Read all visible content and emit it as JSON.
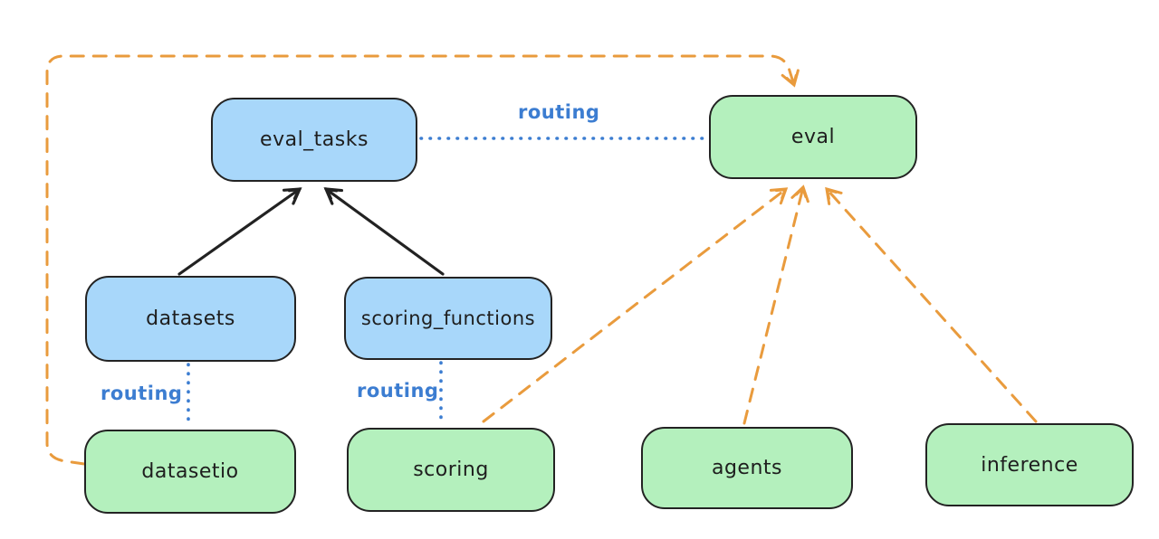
{
  "diagram": {
    "title": "",
    "colors": {
      "blue_node_fill": "#a8d7fa",
      "green_node_fill": "#b4f0bd",
      "node_border": "#232323",
      "node_text": "#1e1e1e",
      "routing_line": "#3c7dd1",
      "dependency_line": "#e99b3d",
      "solid_arrow": "#222222"
    },
    "nodes": [
      {
        "id": "eval_tasks",
        "label": "eval_tasks",
        "type": "blue"
      },
      {
        "id": "eval",
        "label": "eval",
        "type": "green"
      },
      {
        "id": "datasets",
        "label": "datasets",
        "type": "blue"
      },
      {
        "id": "scoring_functions",
        "label": "scoring_functions",
        "type": "blue"
      },
      {
        "id": "datasetio",
        "label": "datasetio",
        "type": "green"
      },
      {
        "id": "scoring",
        "label": "scoring",
        "type": "green"
      },
      {
        "id": "agents",
        "label": "agents",
        "type": "green"
      },
      {
        "id": "inference",
        "label": "inference",
        "type": "green"
      }
    ],
    "edges": [
      {
        "from": "datasets",
        "to": "eval_tasks",
        "style": "solid-black-arrow",
        "label": ""
      },
      {
        "from": "scoring_functions",
        "to": "eval_tasks",
        "style": "solid-black-arrow",
        "label": ""
      },
      {
        "from": "eval_tasks",
        "to": "eval",
        "style": "dotted-blue",
        "label": "routing"
      },
      {
        "from": "datasets",
        "to": "datasetio",
        "style": "dotted-blue",
        "label": "routing"
      },
      {
        "from": "scoring_functions",
        "to": "scoring",
        "style": "dotted-blue",
        "label": "routing"
      },
      {
        "from": "datasetio",
        "to": "eval",
        "style": "dashed-orange-arrow",
        "label": ""
      },
      {
        "from": "scoring",
        "to": "eval",
        "style": "dashed-orange-arrow",
        "label": ""
      },
      {
        "from": "agents",
        "to": "eval",
        "style": "dashed-orange-arrow",
        "label": ""
      },
      {
        "from": "inference",
        "to": "eval",
        "style": "dashed-orange-arrow",
        "label": ""
      }
    ]
  }
}
